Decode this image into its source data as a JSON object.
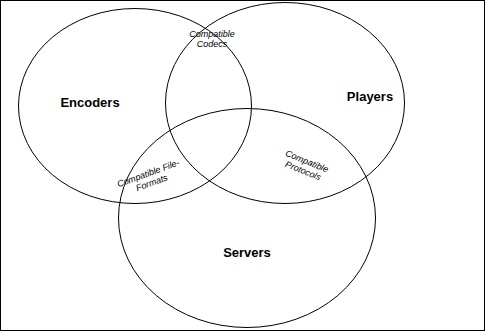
{
  "diagram": {
    "nodes": [
      {
        "text": [
          "Encoders"
        ]
      },
      {
        "text": [
          "Players"
        ]
      },
      {
        "text": [
          "Servers"
        ]
      }
    ],
    "labels": [
      "Compatible Codecs",
      "Compatible File-Formats",
      "Compatible Protocols"
    ]
  }
}
